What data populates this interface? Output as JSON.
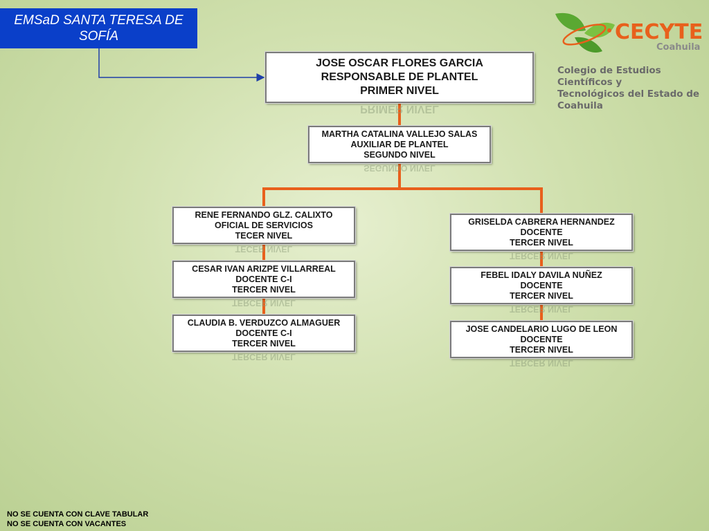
{
  "header": {
    "title_box": "EMSaD SANTA TERESA DE SOFÍA"
  },
  "logo": {
    "brand": "CECYTE",
    "region": "Coahuila",
    "subtitle_line1": "Colegio de Estudios Científicos y",
    "subtitle_line2": "Tecnológicos del Estado de Coahuila"
  },
  "org": {
    "top": {
      "name": "JOSE OSCAR FLORES GARCIA",
      "role": "RESPONSABLE DE PLANTEL",
      "level": "PRIMER  NIVEL",
      "reflection": "PRIMER  NIVEL"
    },
    "second": {
      "name": "MARTHA CATALINA VALLEJO SALAS",
      "role": "AUXILIAR DE PLANTEL",
      "level": "SEGUNDO NIVEL",
      "reflection": "SEGUNDO NIVEL"
    },
    "left": [
      {
        "name": "RENE FERNANDO GLZ. CALIXTO",
        "role": "OFICIAL DE SERVICIOS",
        "level": "TECER NIVEL",
        "reflection": "TECER NIVEL"
      },
      {
        "name": "CESAR IVAN ARIZPE VILLARREAL",
        "role": "DOCENTE C-I",
        "level": "TERCER NIVEL",
        "reflection": "TERCER NIVEL"
      },
      {
        "name": "CLAUDIA B.  VERDUZCO ALMAGUER",
        "role": "DOCENTE C-I",
        "level": "TERCER NIVEL",
        "reflection": "TERCER NIVEL"
      }
    ],
    "right": [
      {
        "name": "GRISELDA CABRERA HERNANDEZ",
        "role": "DOCENTE",
        "level": "TERCER NIVEL",
        "reflection": "TERCER NIVEL"
      },
      {
        "name": "FEBEL IDALY DAVILA NUÑEZ",
        "role": "DOCENTE",
        "level": "TERCER NIVEL",
        "reflection": "TERCER NIVEL"
      },
      {
        "name": "JOSE CANDELARIO LUGO DE LEON",
        "role": "DOCENTE",
        "level": "TERCER NIVEL",
        "reflection": "TERCER NIVEL"
      }
    ]
  },
  "footer": {
    "line1": "NO SE CUENTA CON CLAVE TABULAR",
    "line2": "NO SE CUENTA CON VACANTES"
  },
  "colors": {
    "title_bg": "#0a3fc9",
    "connector": "#e8601c",
    "arrow": "#1f3fa8",
    "logo_green": "#5aa832",
    "logo_orange": "#e8601c"
  }
}
